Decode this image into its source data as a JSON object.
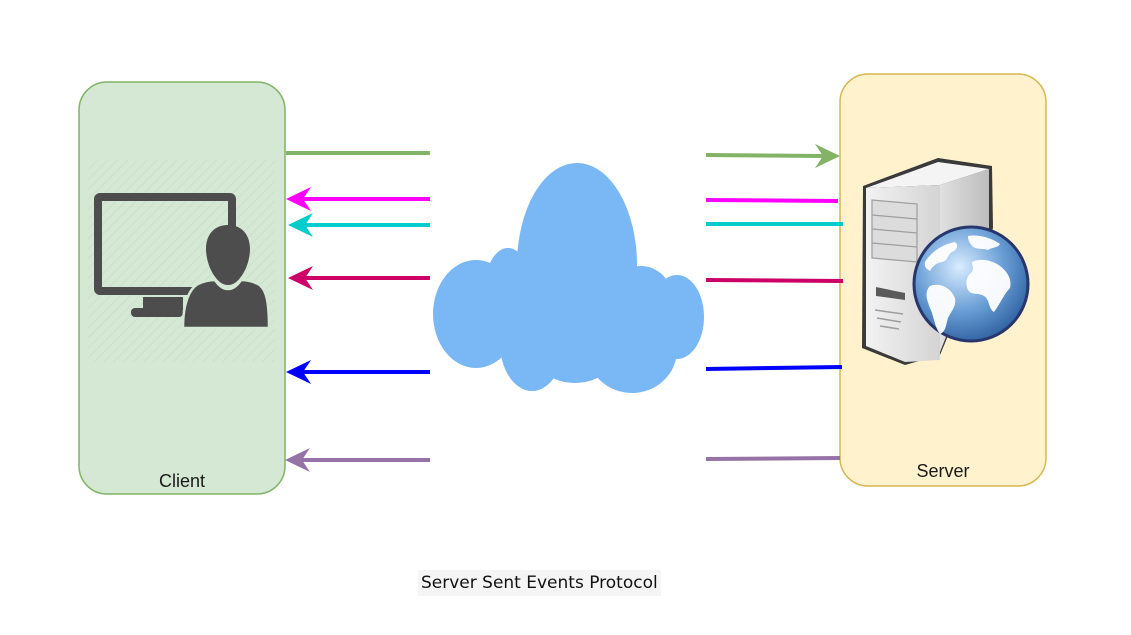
{
  "diagram": {
    "title": "Server Sent Events Protocol",
    "client": {
      "label": "Client",
      "icon": "user-computer-icon",
      "fill": "#d5e8d4",
      "stroke": "#82b366"
    },
    "server": {
      "label": "Server",
      "icon": "web-server-icon",
      "fill": "#fff2cc",
      "stroke": "#d6b656"
    },
    "network": {
      "icon": "cloud-icon",
      "fill": "#7ab8f5"
    },
    "connections": [
      {
        "id": "request",
        "direction": "client-to-server",
        "color": "#82b366"
      },
      {
        "id": "event-1",
        "direction": "server-to-client",
        "color": "#ff00ff"
      },
      {
        "id": "event-2",
        "direction": "server-to-client",
        "color": "#00cccc"
      },
      {
        "id": "event-3",
        "direction": "server-to-client",
        "color": "#cc0066"
      },
      {
        "id": "event-4",
        "direction": "server-to-client",
        "color": "#0000ff"
      },
      {
        "id": "event-5",
        "direction": "server-to-client",
        "color": "#9673a6"
      }
    ]
  }
}
